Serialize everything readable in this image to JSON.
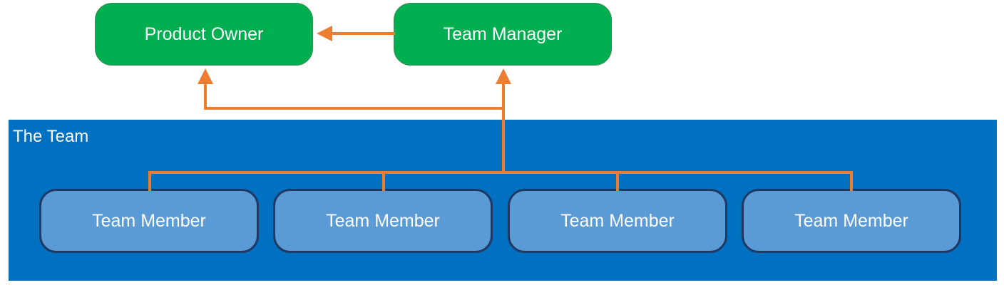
{
  "colors": {
    "role_fill": "#00b050",
    "team_panel": "#0070c0",
    "member_fill": "#5b9bd5",
    "member_border": "#1f3864",
    "connector": "#ed7d31"
  },
  "roles": {
    "product_owner": "Product Owner",
    "team_manager": "Team Manager"
  },
  "team": {
    "label": "The Team",
    "members": [
      "Team Member",
      "Team Member",
      "Team Member",
      "Team Member"
    ]
  }
}
